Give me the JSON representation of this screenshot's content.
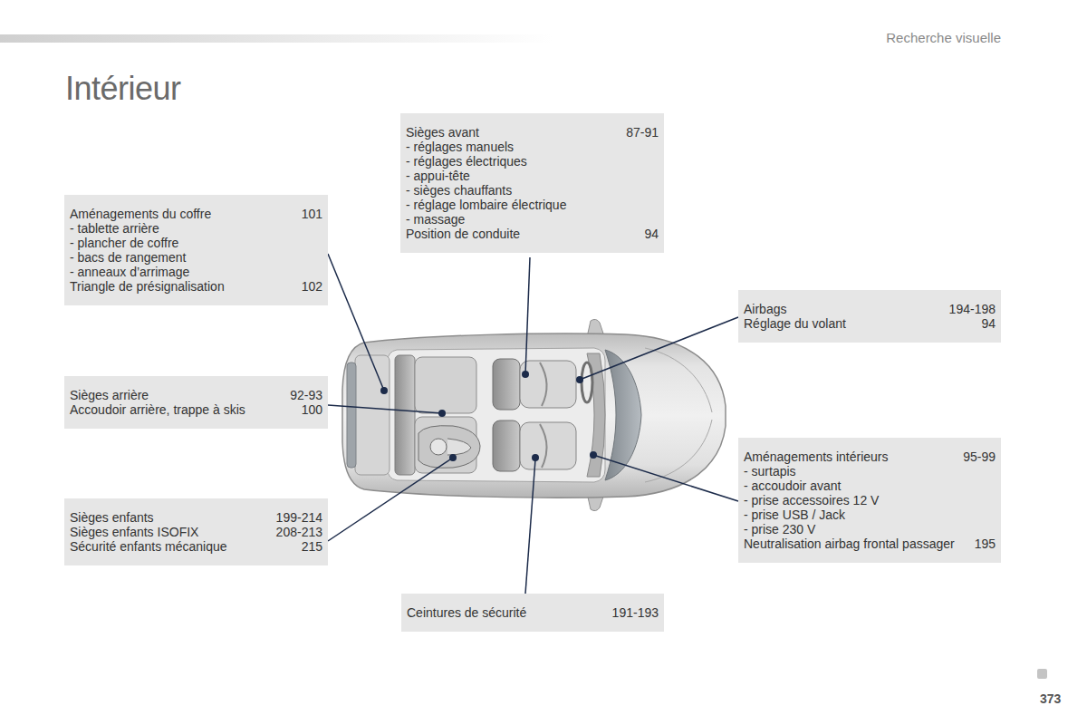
{
  "diagram": {
    "title": "Intérieur",
    "nodes": [
      {
        "text": [
          "Sièges avant",
          "87-91",
          "- réglages manuels",
          "- réglages électriques",
          "- appui-tête",
          "- sièges chauffants",
          "- réglage lombaire électrique",
          "- massage",
          "Position de conduite",
          "94"
        ]
      },
      {
        "text": [
          "Aménagements du coffre",
          "101",
          "- tablette arrière",
          "- plancher de coffre",
          "- bacs de rangement",
          "- anneaux d’arrimage",
          "Triangle de présignalisation",
          "102"
        ]
      },
      {
        "text": [
          "Airbags",
          "194-198",
          "Réglage du volant",
          "94"
        ]
      },
      {
        "text": [
          "Sièges arrière",
          "92-93",
          "Accoudoir arrière, trappe à skis",
          "100"
        ]
      },
      {
        "text": [
          "Aménagements intérieurs",
          "95-99",
          "- surtapis",
          "- accoudoir avant",
          "- prise accessoires 12 V",
          "- prise USB / Jack",
          "- prise 230 V",
          "Neutralisation airbag frontal passager",
          "195"
        ]
      },
      {
        "text": [
          "Sièges enfants",
          "199-214",
          "Sièges enfants ISOFIX",
          "208-213",
          "Sécurité enfants mécanique",
          "215"
        ]
      },
      {
        "text": [
          "Ceintures de sécurité",
          "191-193"
        ]
      }
    ],
    "labels": [
      "Recherche visuelle",
      "373"
    ]
  }
}
